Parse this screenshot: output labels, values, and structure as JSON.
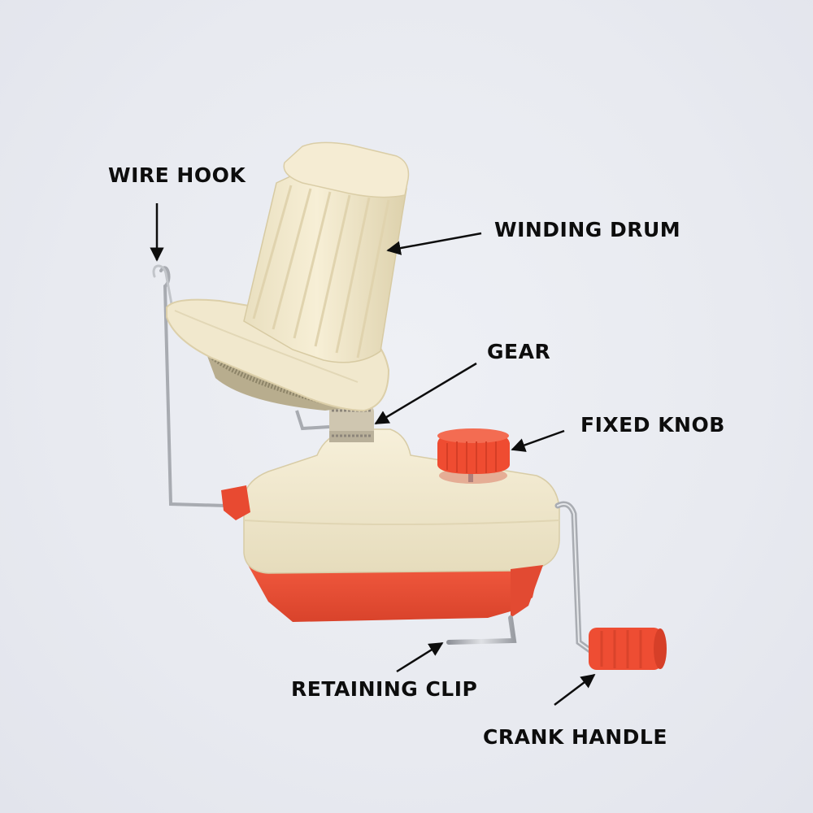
{
  "labels": {
    "wire_hook": "WIRE HOOK",
    "winding_drum": "WINDING DRUM",
    "gear": "GEAR",
    "fixed_knob": "FIXED KNOB",
    "retaining_clip": "RETAINING CLIP",
    "crank_handle": "CRANK HANDLE"
  },
  "colors": {
    "background": "#e8eaf0",
    "cream_plastic": "#f3ead0",
    "red_plastic": "#ef4f35",
    "metal": "#b9bcc2",
    "label_text": "#0d0d0d"
  }
}
